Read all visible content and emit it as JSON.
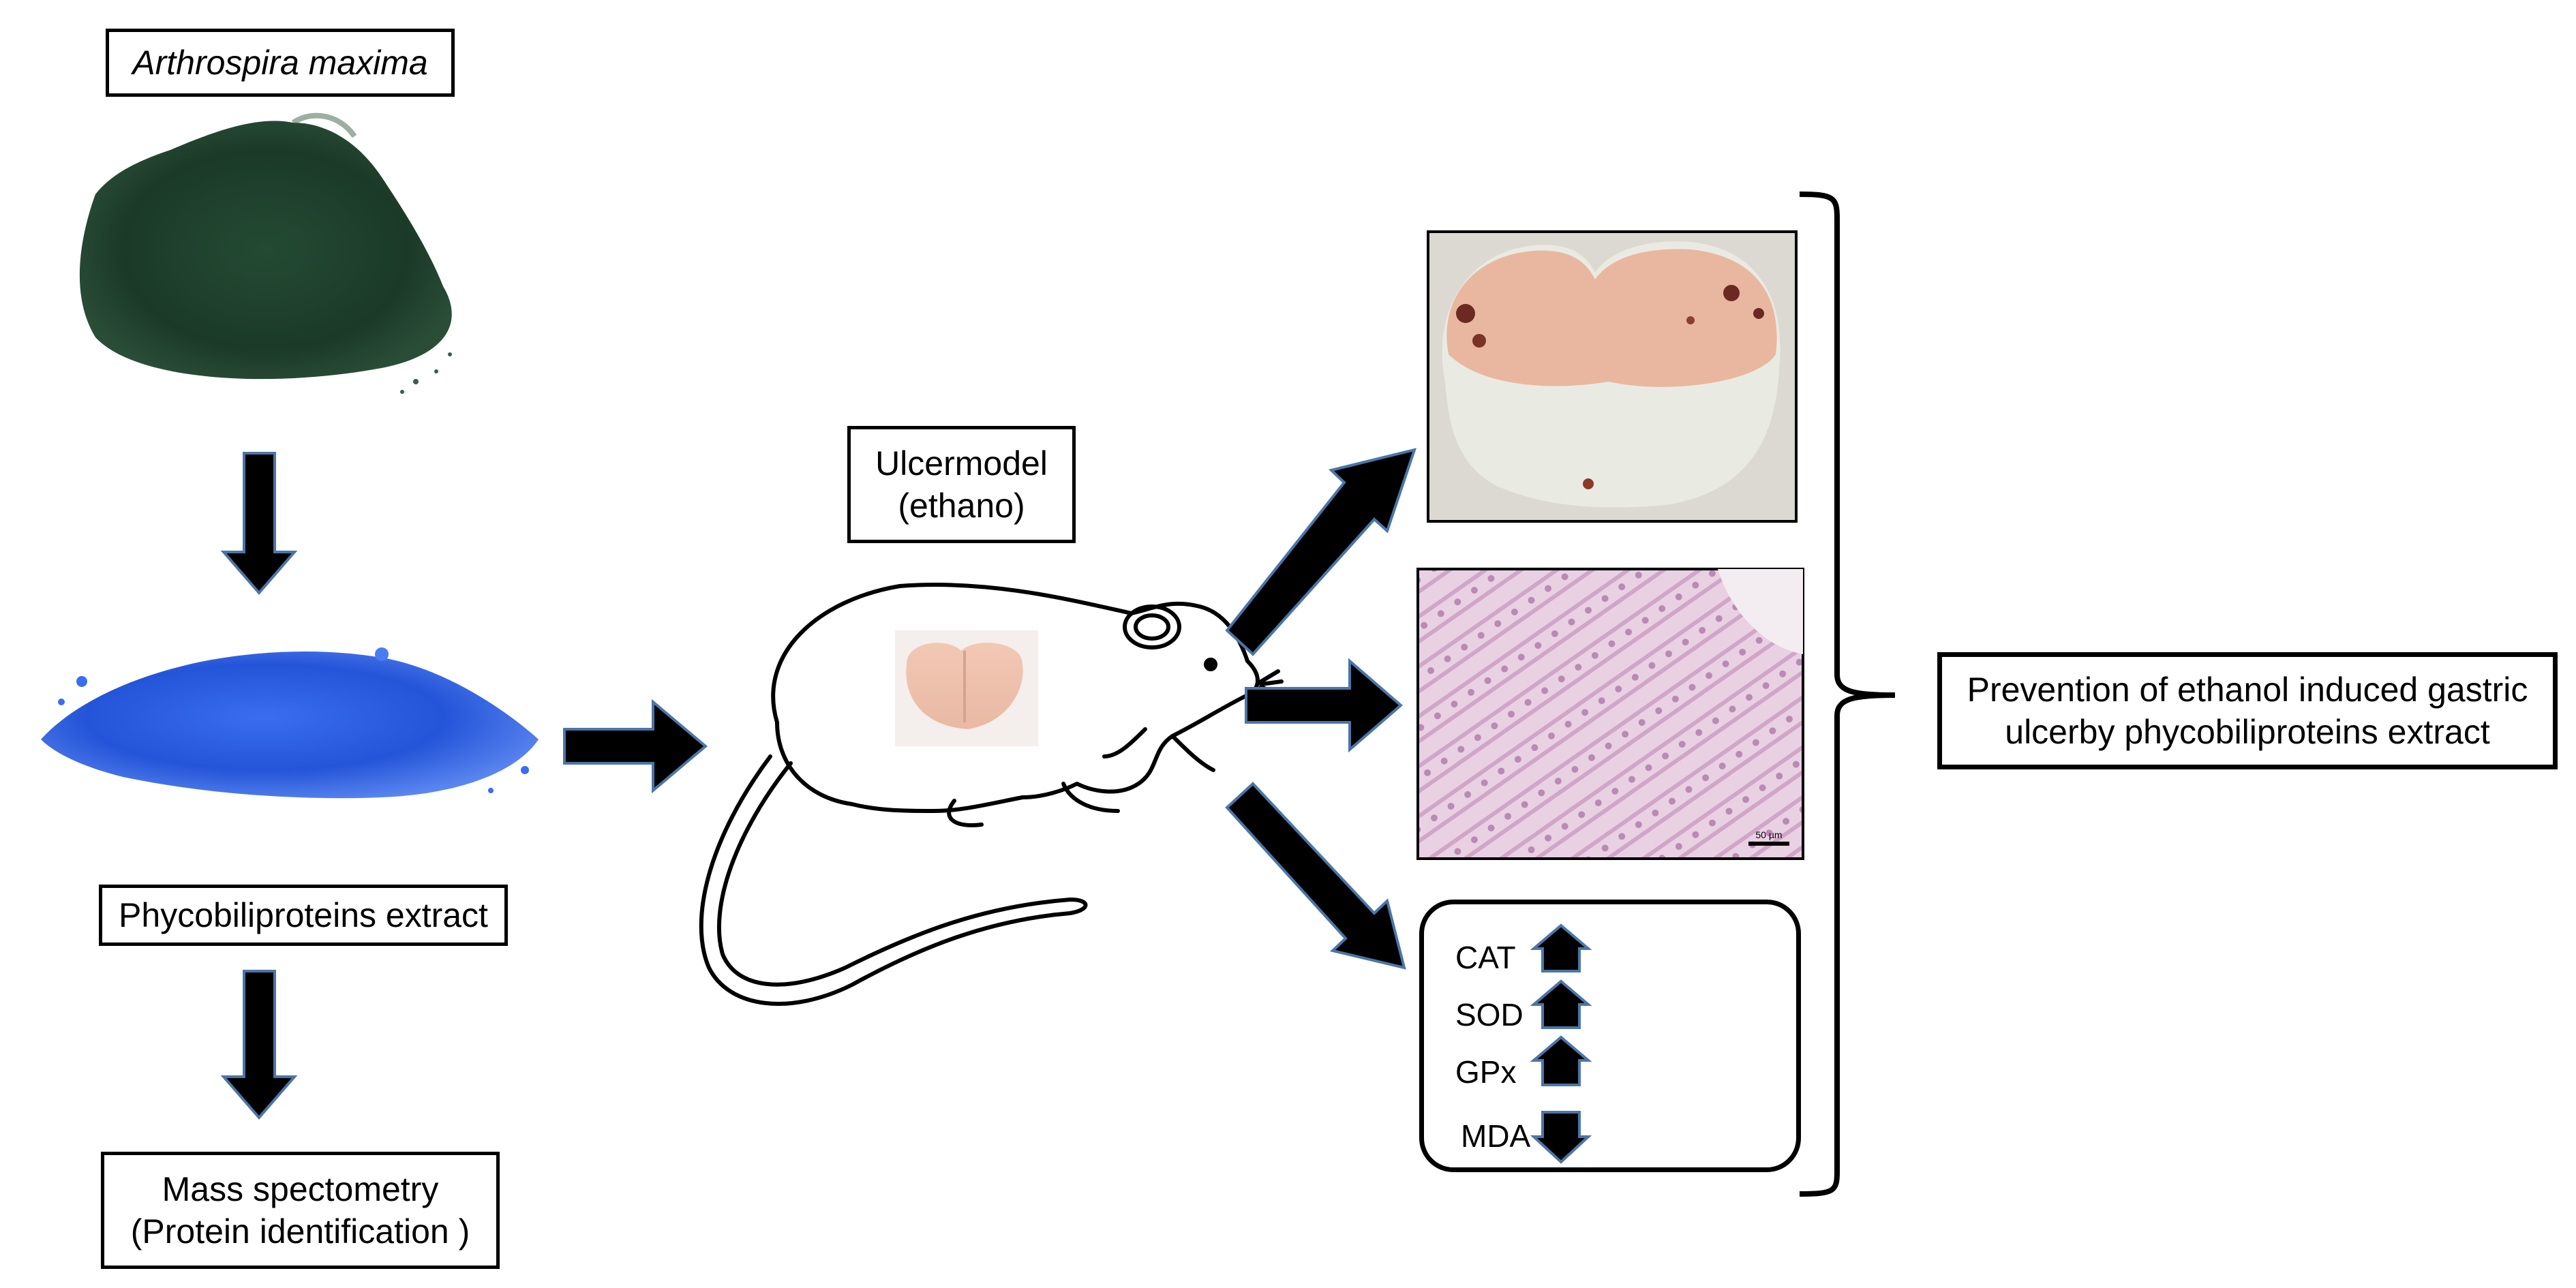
{
  "source_label": "Arthrospira maxima",
  "extract_label": "Phycobiliproteins extract",
  "mass_spec_line1": "Mass spectometry",
  "mass_spec_line2": "(Protein identification )",
  "ulcer_model_line1": "Ulcermodel",
  "ulcer_model_line2": "(ethano)",
  "markers": [
    {
      "name": "CAT",
      "direction": "up"
    },
    {
      "name": "SOD",
      "direction": "up"
    },
    {
      "name": "GPx",
      "direction": "up"
    },
    {
      "name": "MDA",
      "direction": "down"
    }
  ],
  "scale_bar_label": "50 µm",
  "conclusion_line1": "Prevention of ethanol induced gastric",
  "conclusion_line2": "ulcerby phycobiliproteins extract",
  "colors": {
    "spirulina_green": "#1f3d2a",
    "extract_blue": "#2d5fe0",
    "stomach_pink": "#e8b5a0",
    "histology_pink": "#e6c6df",
    "arrow_fill": "#000000",
    "arrow_outline": "#4a76a8"
  }
}
